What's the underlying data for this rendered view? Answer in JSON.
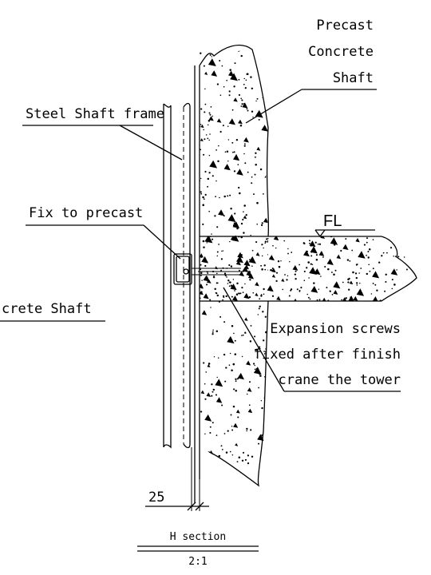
{
  "labels": {
    "precast_line1": "Precast",
    "precast_line2": "Concrete",
    "precast_line3": "Shaft",
    "steel_frame": "Steel Shaft frame",
    "fix_to_precast": "Fix to precast",
    "concrete_shaft_cut": "crete Shaft",
    "floor_level": "FL",
    "expansion_line1": "Expansion screws",
    "expansion_line2": "fixed after finish",
    "expansion_line3": "crane the tower",
    "dimension": "25",
    "section_title": "H   section",
    "section_scale": "2:1"
  },
  "colors": {
    "ink": "#000000",
    "background": "#ffffff"
  }
}
